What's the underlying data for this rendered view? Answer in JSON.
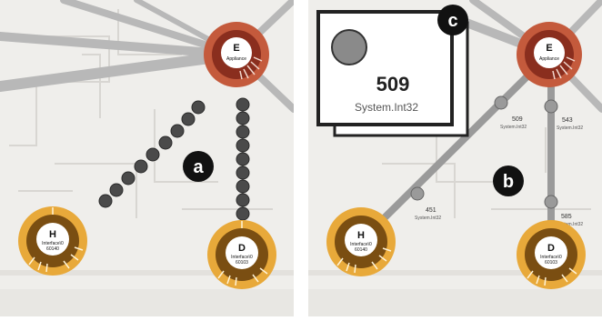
{
  "panels": {
    "left": {
      "marker": "a",
      "nodes": {
        "E": {
          "letter": "E",
          "line1": "Appliance",
          "line2": ""
        },
        "H": {
          "letter": "H",
          "line1": "Interface\\0",
          "line2": "60140"
        },
        "D": {
          "letter": "D",
          "line1": "Interface\\0",
          "line2": "60103"
        }
      }
    },
    "right": {
      "marker": "b",
      "callout_marker": "c",
      "callout": {
        "value": "509",
        "type": "System.Int32"
      },
      "edge_labels": [
        {
          "value": "509",
          "type": "System.Int32"
        },
        {
          "value": "543",
          "type": "System.Int32"
        },
        {
          "value": "451",
          "type": "System.Int32"
        },
        {
          "value": "585",
          "type": "System.Int32"
        }
      ],
      "nodes": {
        "E": {
          "letter": "E",
          "line1": "Appliance",
          "line2": ""
        },
        "H": {
          "letter": "H",
          "line1": "Interface\\0",
          "line2": "60140"
        },
        "D": {
          "letter": "D",
          "line1": "Interface\\0",
          "line2": "60103"
        }
      }
    }
  },
  "colors": {
    "appliance_ring": "#c45a3c",
    "appliance_inner": "#8a2e1e",
    "interface_ring": "#e8a93a",
    "interface_inner": "#7a4e12",
    "edge": "#8f8f8f",
    "edge_dark": "#555555",
    "marker_bg": "#111111",
    "floorplan": "#d8d6d2",
    "panel_bg": "#efeeeb"
  }
}
